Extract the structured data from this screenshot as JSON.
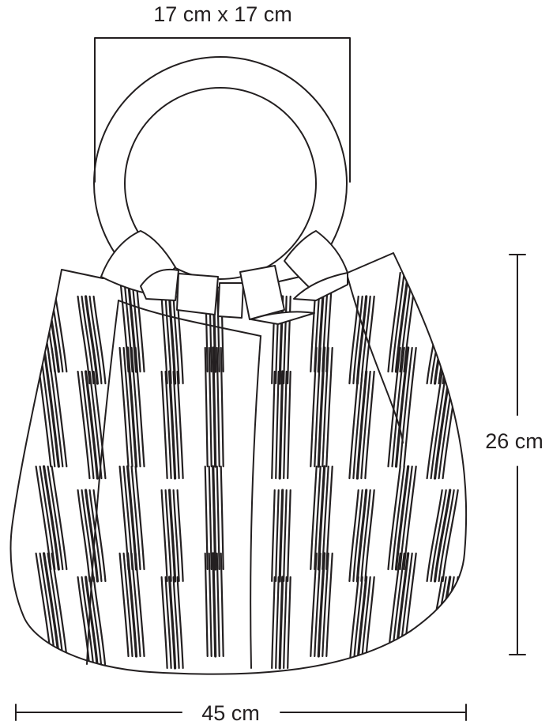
{
  "dimensions": {
    "handle": "17 cm x 17 cm",
    "height": "26 cm",
    "width": "45 cm"
  },
  "colors": {
    "ink": "#231f20",
    "background": "#ffffff"
  }
}
